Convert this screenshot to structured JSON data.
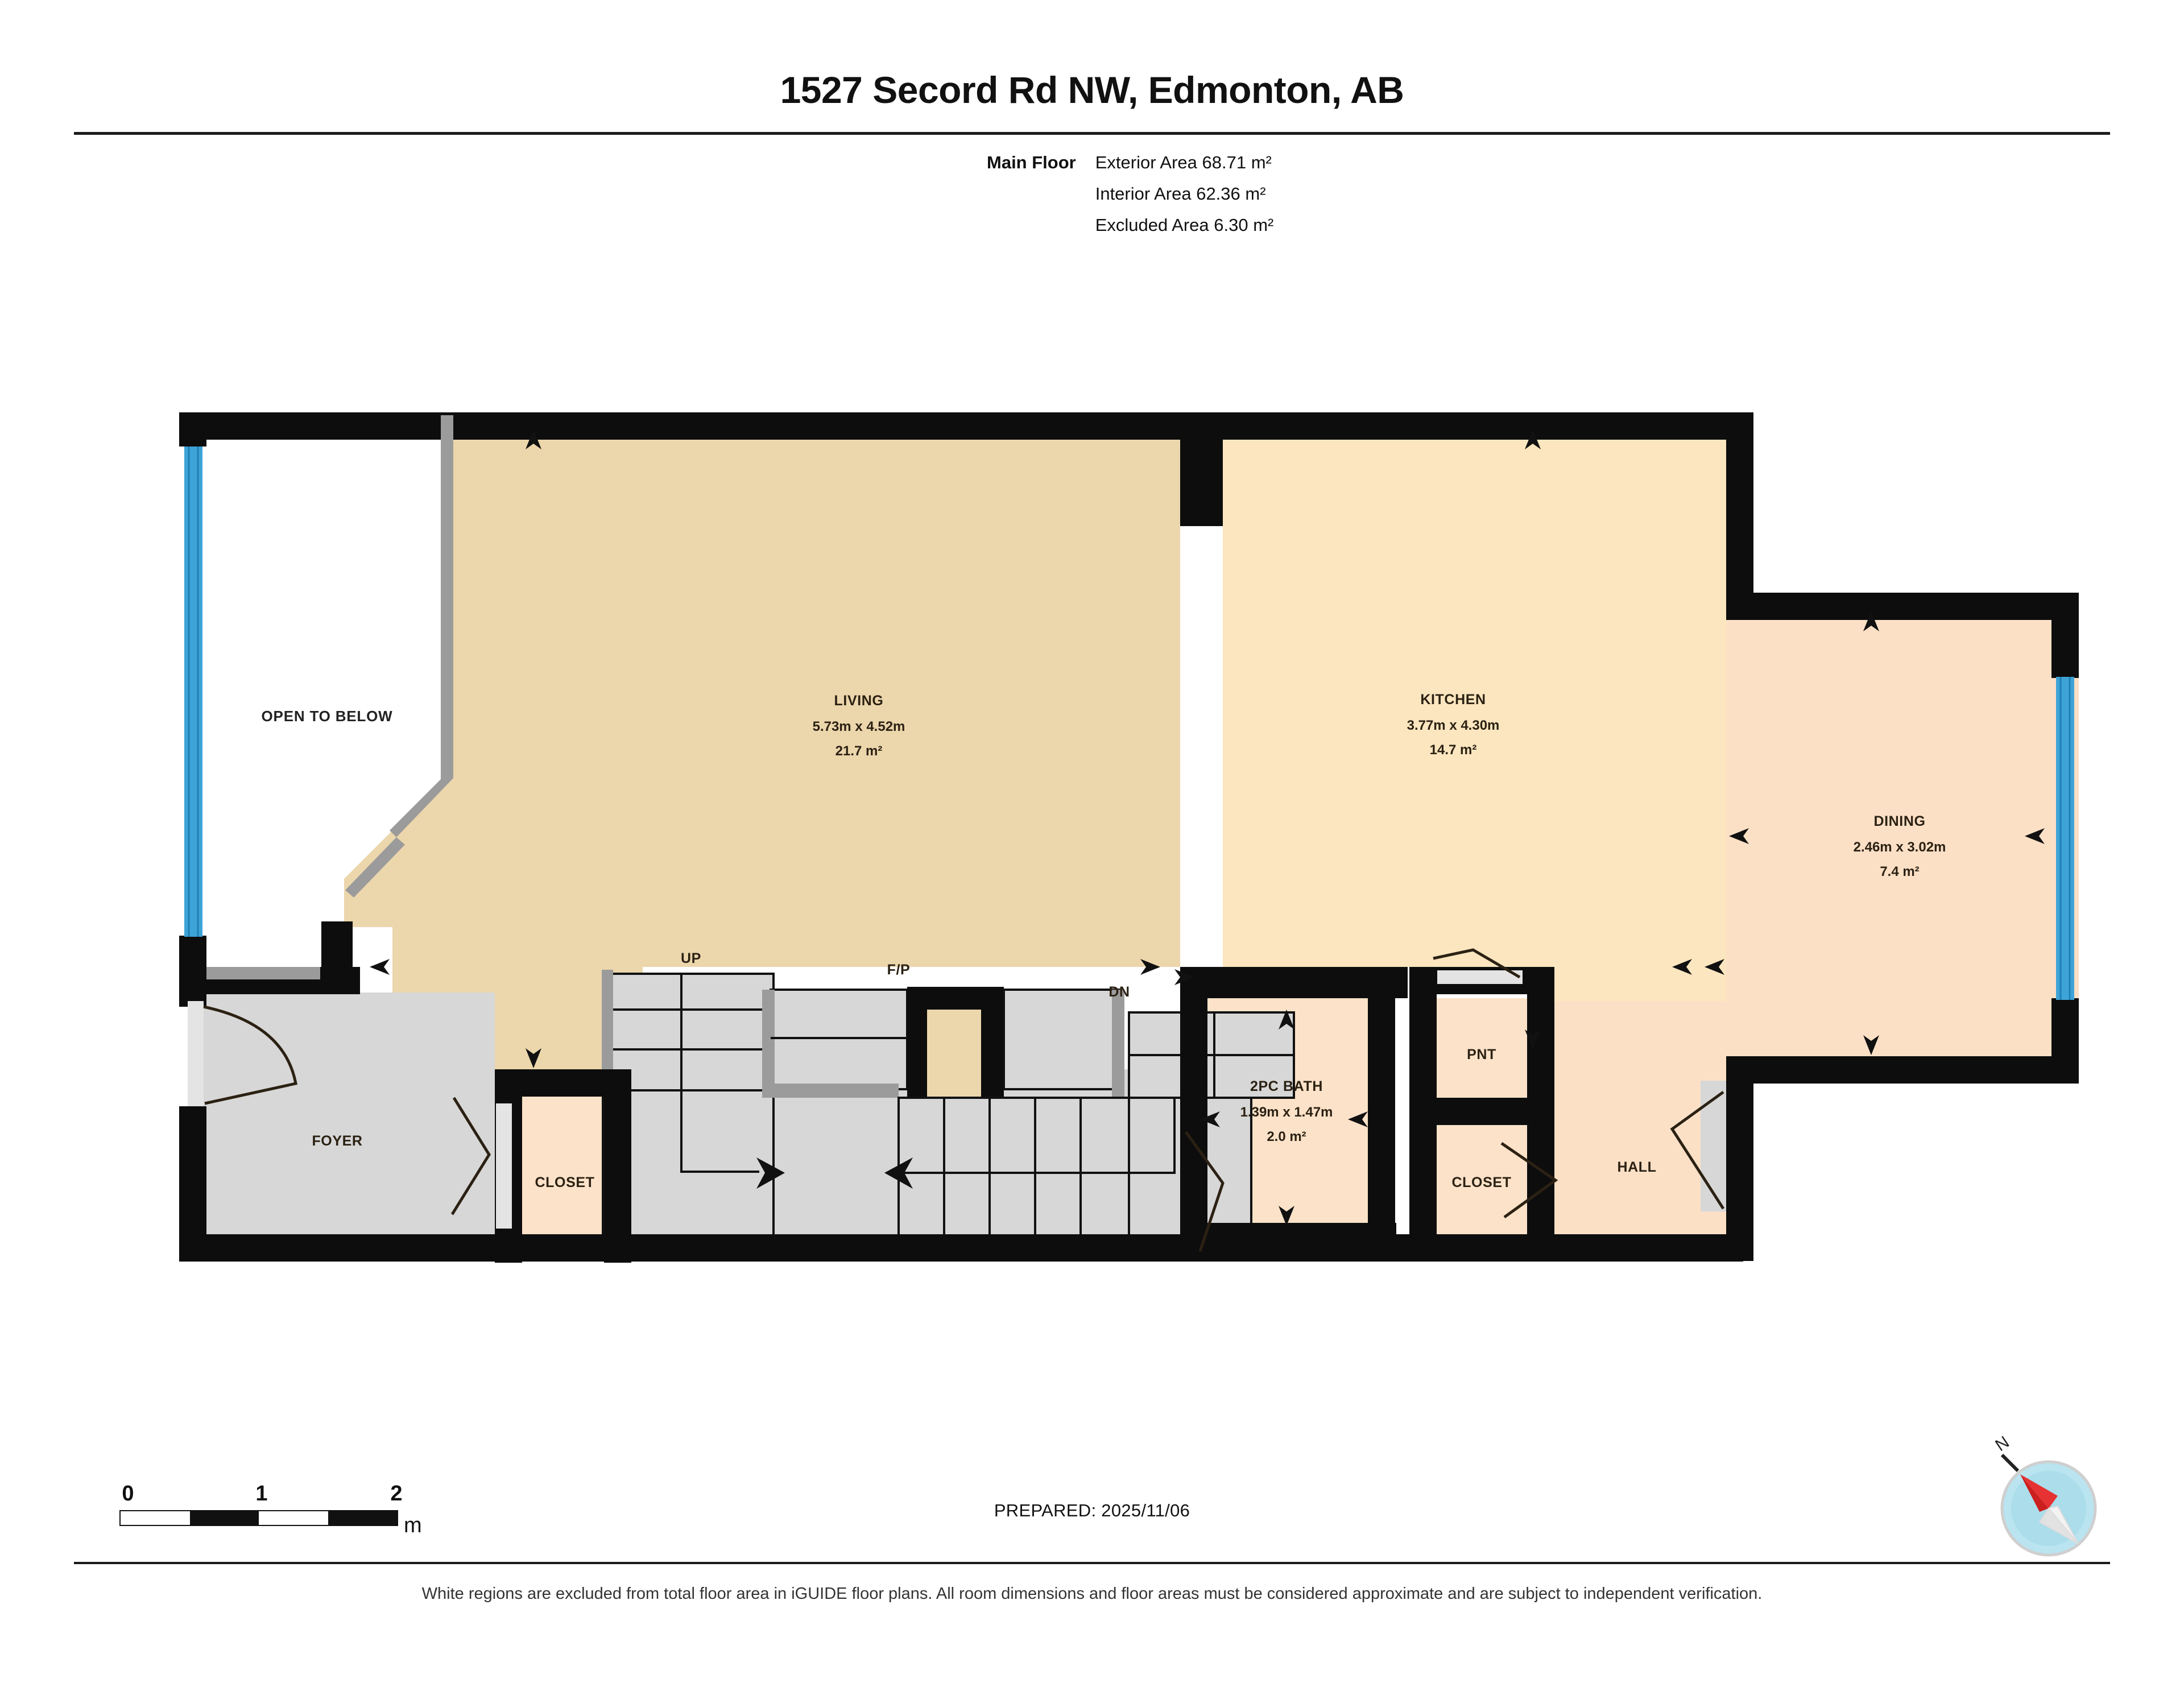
{
  "header": {
    "title": "1527 Secord Rd NW, Edmonton, AB",
    "floor_label": "Main Floor",
    "exterior_area": "Exterior Area 68.71 m²",
    "interior_area": "Interior Area 62.36 m²",
    "excluded_area": "Excluded Area 6.30 m²"
  },
  "rooms": {
    "open_to_below": {
      "name": "OPEN TO BELOW"
    },
    "living": {
      "name": "LIVING",
      "dimensions": "5.73m x 4.52m",
      "area": "21.7 m²"
    },
    "kitchen": {
      "name": "KITCHEN",
      "dimensions": "3.77m x 4.30m",
      "area": "14.7 m²"
    },
    "dining": {
      "name": "DINING",
      "dimensions": "2.46m x 3.02m",
      "area": "7.4 m²"
    },
    "bath": {
      "name": "2PC BATH",
      "dimensions": "1.39m x 1.47m",
      "area": "2.0 m²"
    },
    "foyer": {
      "name": "FOYER"
    },
    "closet_foyer": {
      "name": "CLOSET"
    },
    "closet_hall": {
      "name": "CLOSET"
    },
    "pantry": {
      "name": "PNT"
    },
    "hall": {
      "name": "HALL"
    }
  },
  "annotations": {
    "up": "UP",
    "fp": "F/P",
    "dn": "DN"
  },
  "scale": {
    "ticks": [
      "0",
      "1",
      "2"
    ],
    "unit": "m"
  },
  "compass": {
    "north_label": "N"
  },
  "footer": {
    "prepared": "PREPARED: 2025/11/06",
    "disclaimer": "White regions are excluded from total floor area in iGUIDE floor plans. All room dimensions and floor areas must be considered approximate and are subject to independent verification."
  },
  "colors": {
    "wall": "#0d0d0d",
    "living_fill": "#ecd6ac",
    "kitchen_fill": "#fbe6bf",
    "dining_fill": "#fce0c6",
    "bath_fill": "#fce2c8",
    "gray_fill": "#d7d7d7",
    "window_blue": "#3ea4d8",
    "interior_wall_gray": "#9b9b9b",
    "compass_face": "#a8dcea",
    "compass_needle": "#cc1f1f"
  }
}
